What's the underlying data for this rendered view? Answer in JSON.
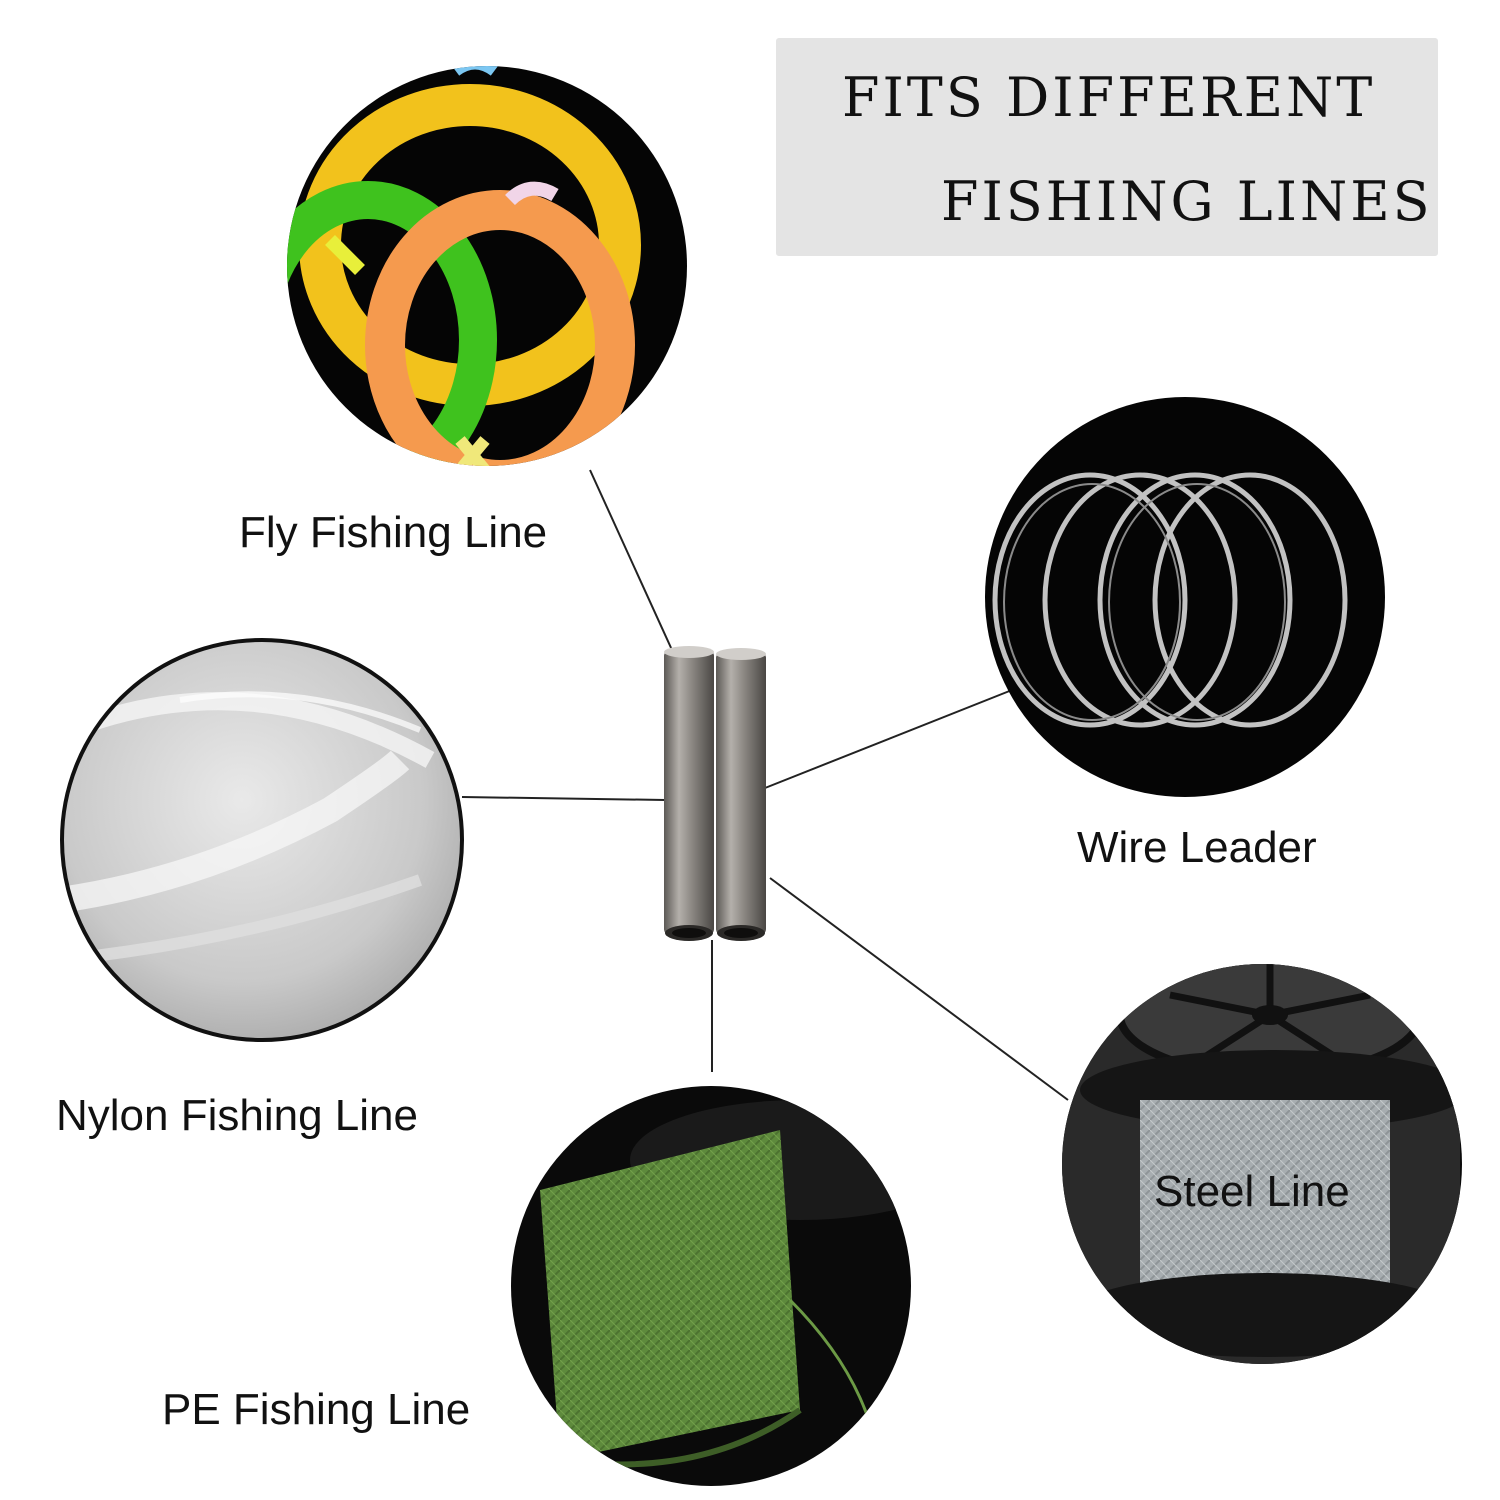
{
  "title": {
    "line1": "FITS DIFFERENT",
    "line2": "FISHING LINES"
  },
  "labels": {
    "fly": "Fly Fishing Line",
    "wire": "Wire Leader",
    "nylon": "Nylon Fishing Line",
    "pe": "PE Fishing Line",
    "steel": "Steel Line"
  },
  "colors": {
    "fly_yellow": "#f2c21c",
    "fly_green": "#3fc21e",
    "fly_orange": "#f59a4e",
    "pe_green": "#5e8a3c",
    "steel_gray": "#a7adb0",
    "tube_metal": "#8a8783"
  }
}
